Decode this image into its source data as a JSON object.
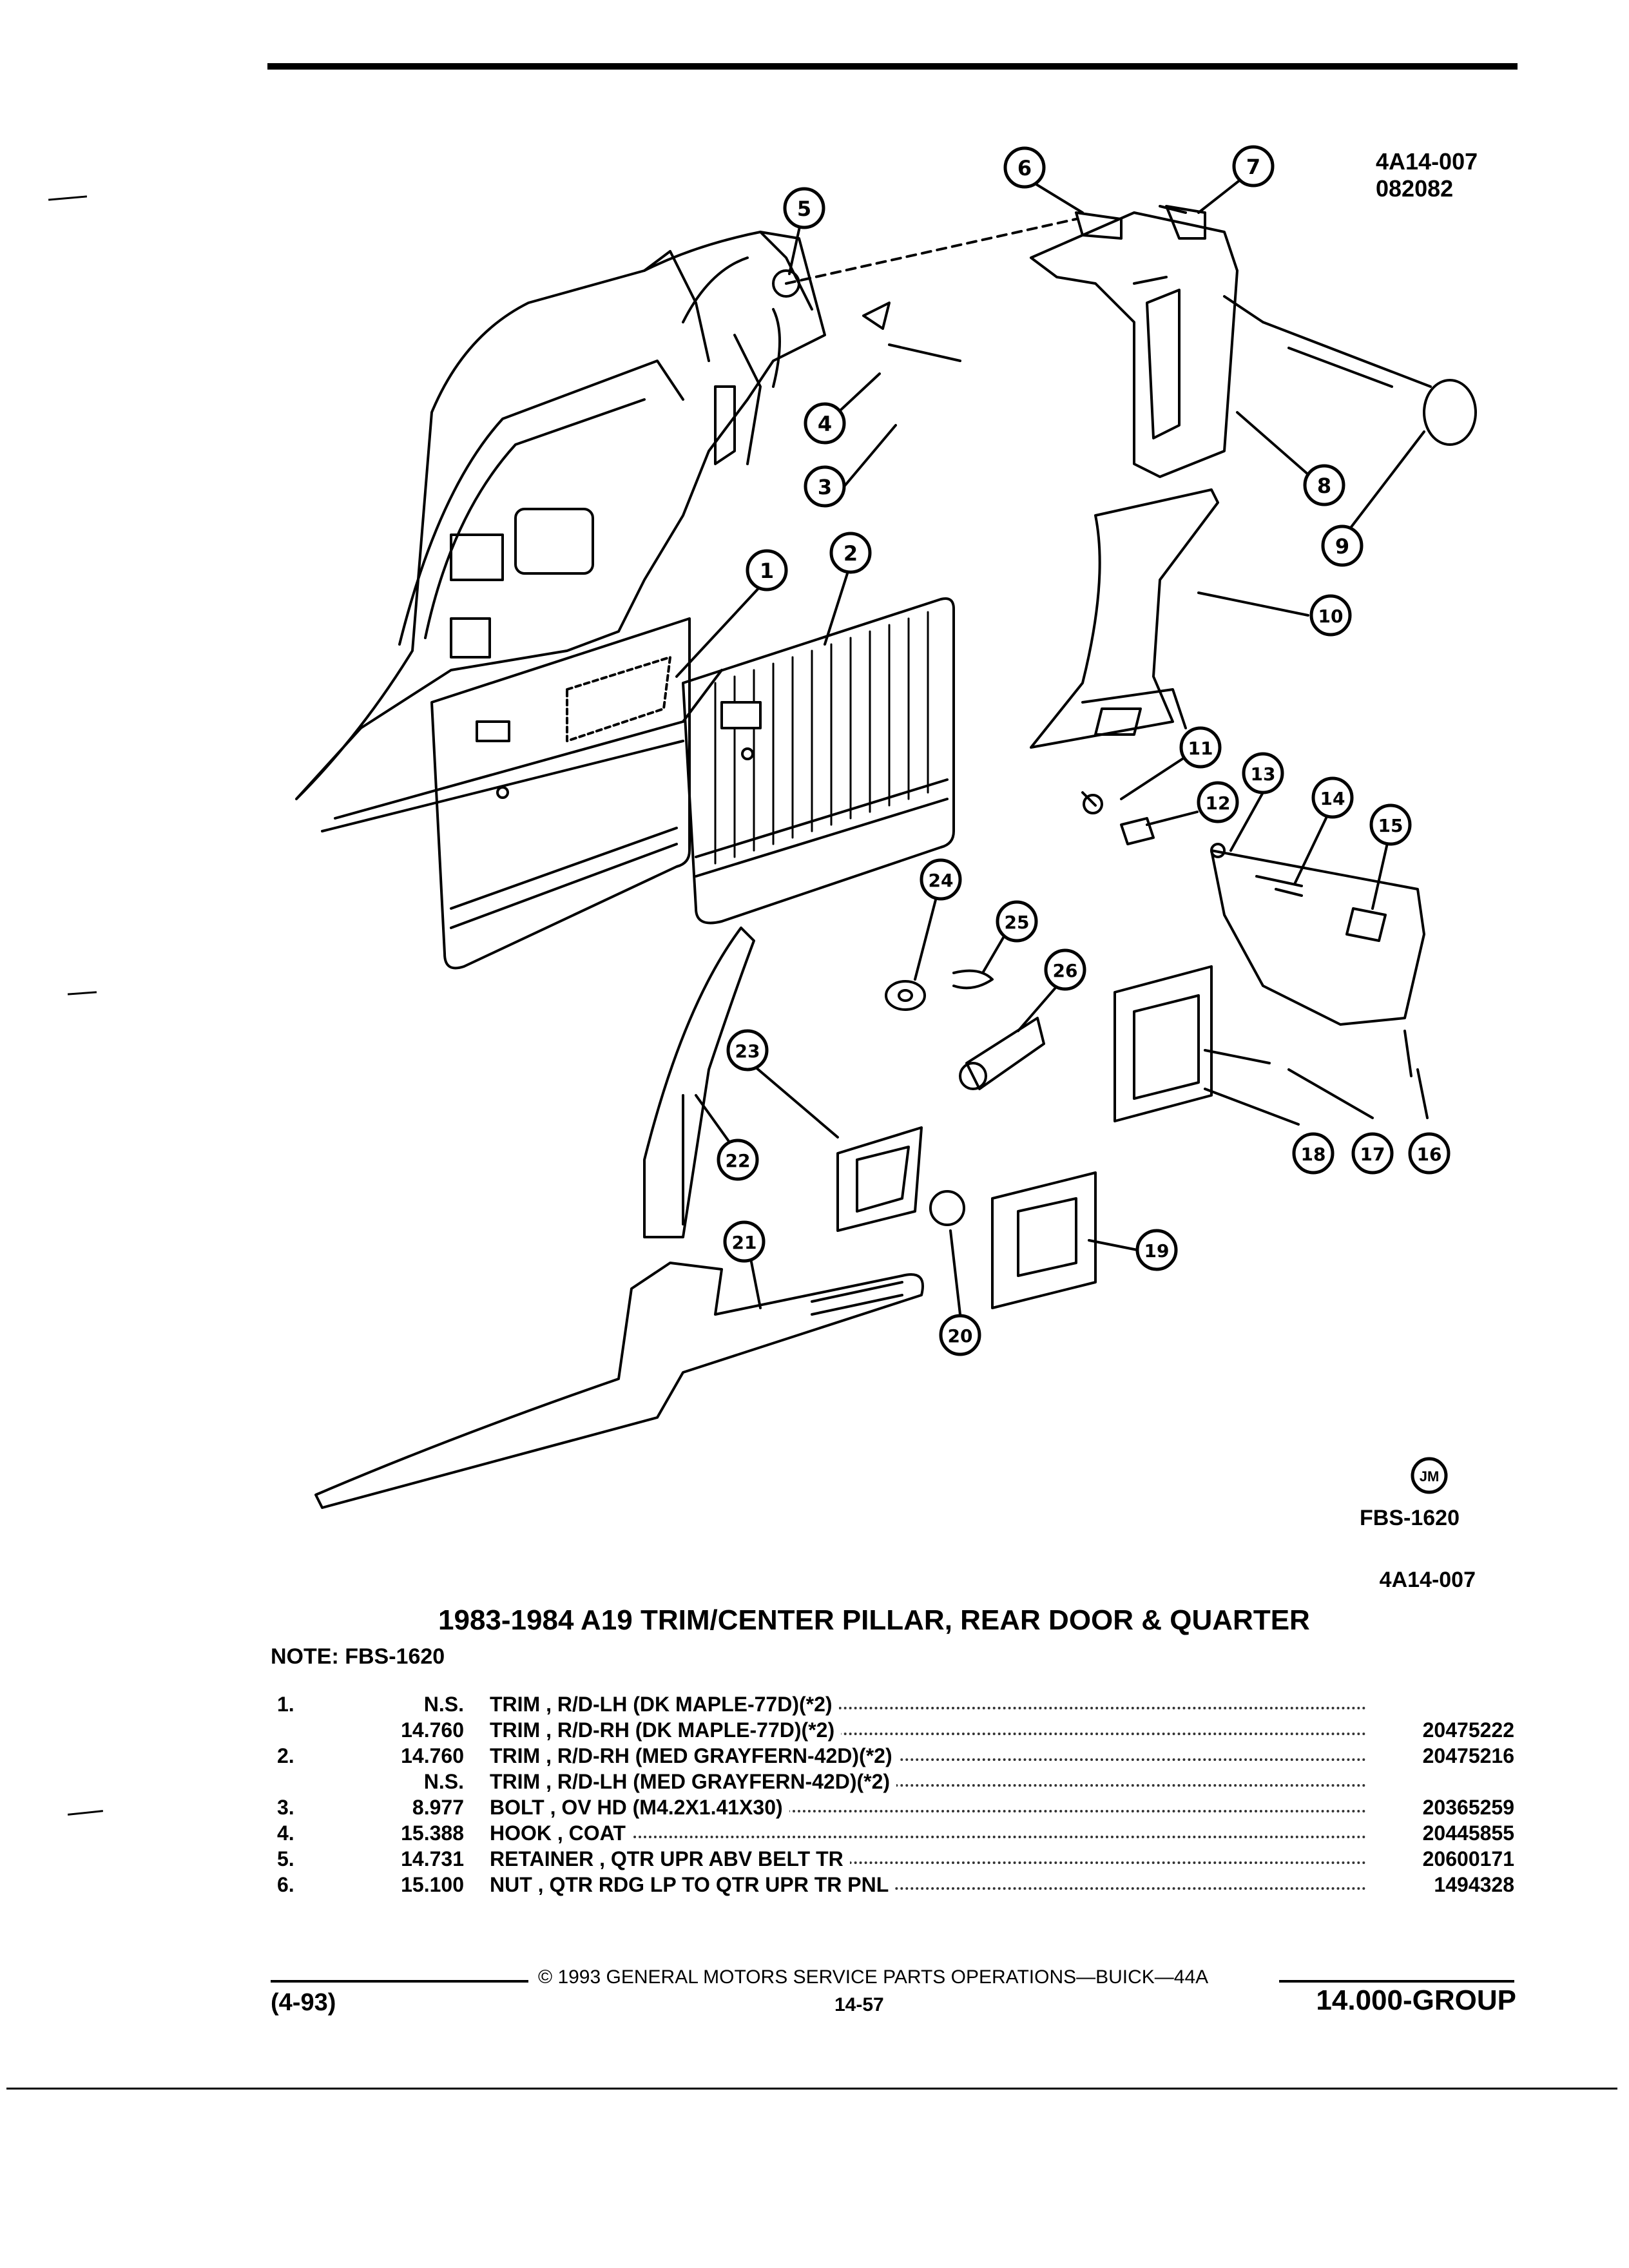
{
  "header": {
    "ref_code": "4A14-007",
    "ref_date": "082082"
  },
  "diagram": {
    "callouts": [
      "1",
      "2",
      "3",
      "4",
      "5",
      "6",
      "7",
      "8",
      "9",
      "10",
      "11",
      "12",
      "13",
      "14",
      "15",
      "16",
      "17",
      "18",
      "19",
      "20",
      "21",
      "22",
      "23",
      "24",
      "25",
      "26"
    ],
    "logo_text": "JM",
    "fbs_label": "FBS-1620",
    "figure_ref": "4A14-007"
  },
  "title": "1983-1984 A19 TRIM/CENTER PILLAR, REAR DOOR & QUARTER",
  "note": "NOTE: FBS-1620",
  "parts": [
    {
      "num": "1.",
      "cat": "N.S.",
      "desc": "TRIM , R/D-LH (DK MAPLE-77D)(*2)",
      "pno": ""
    },
    {
      "num": "",
      "cat": "14.760",
      "desc": "TRIM , R/D-RH (DK MAPLE-77D)(*2)",
      "pno": "20475222"
    },
    {
      "num": "2.",
      "cat": "14.760",
      "desc": "TRIM , R/D-RH (MED GRAYFERN-42D)(*2)",
      "pno": "20475216"
    },
    {
      "num": "",
      "cat": "N.S.",
      "desc": "TRIM , R/D-LH (MED GRAYFERN-42D)(*2)",
      "pno": ""
    },
    {
      "num": "3.",
      "cat": "8.977",
      "desc": "BOLT , OV HD (M4.2X1.41X30)",
      "pno": "20365259"
    },
    {
      "num": "4.",
      "cat": "15.388",
      "desc": "HOOK , COAT",
      "pno": "20445855"
    },
    {
      "num": "5.",
      "cat": "14.731",
      "desc": "RETAINER , QTR UPR ABV BELT TR",
      "pno": "20600171"
    },
    {
      "num": "6.",
      "cat": "15.100",
      "desc": "NUT , QTR RDG LP TO QTR UPR TR PNL",
      "pno": "1494328"
    }
  ],
  "footer": {
    "copyright": "© 1993 GENERAL MOTORS SERVICE PARTS OPERATIONS—BUICK—44A",
    "date": "(4-93)",
    "page": "14-57",
    "group": "14.000-GROUP"
  }
}
